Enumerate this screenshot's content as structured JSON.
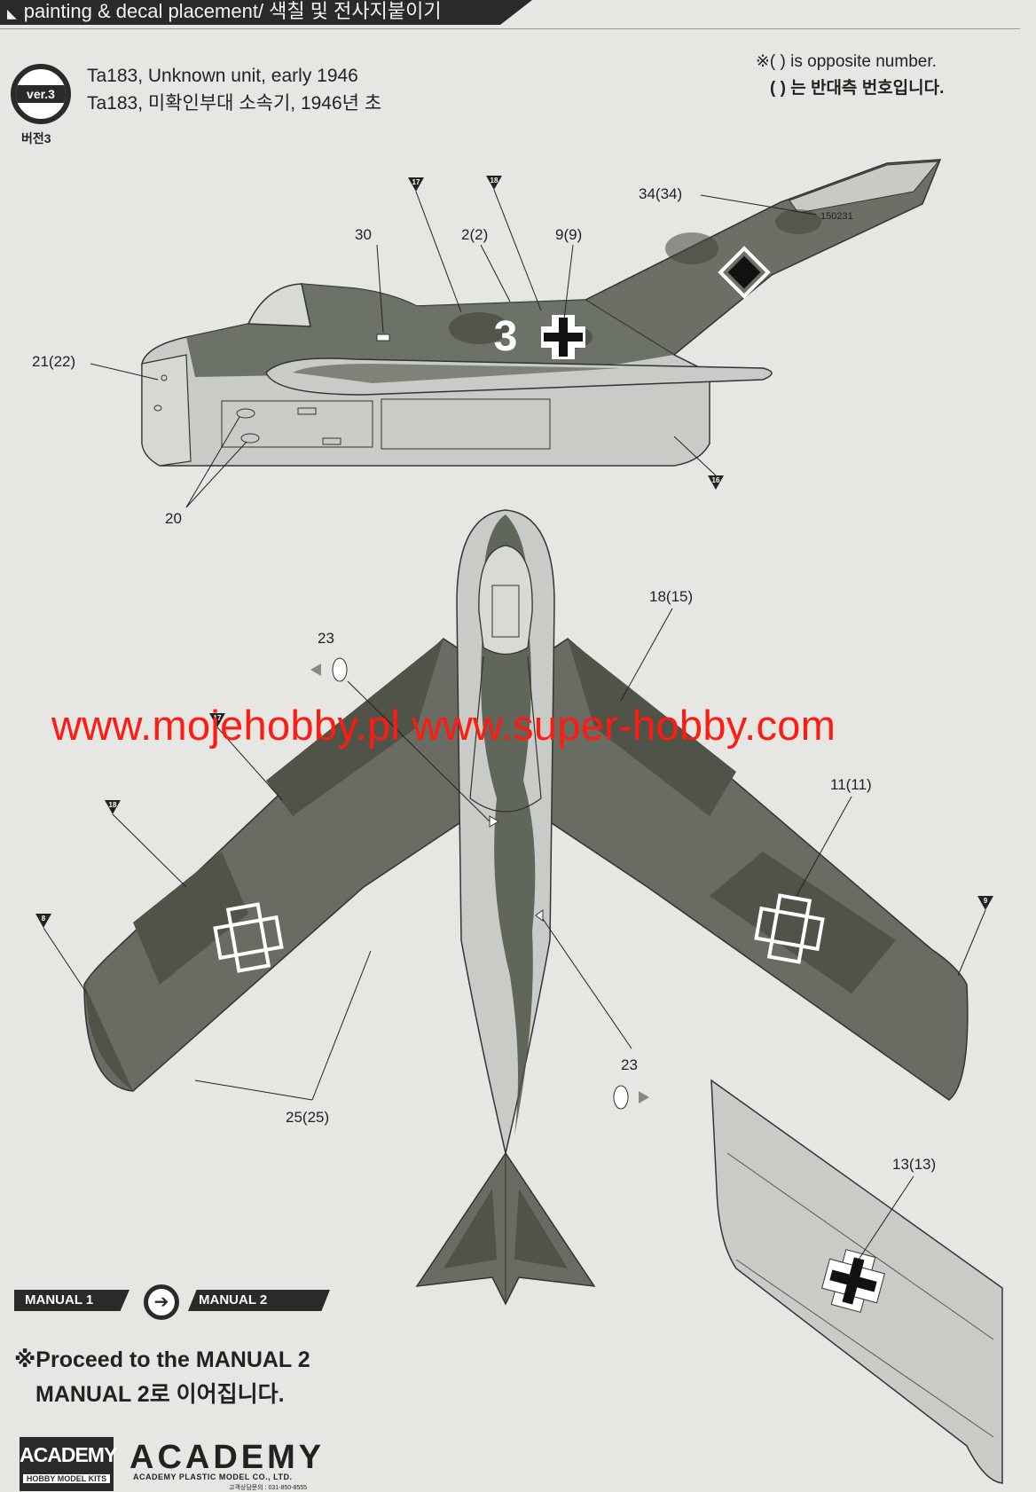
{
  "header": {
    "title": "painting & decal placement/ 색칠 및 전사지붙이기"
  },
  "version": {
    "badge": "ver.3",
    "sub": "버전3"
  },
  "title": {
    "en": "Ta183, Unknown unit, early 1946",
    "ko": "Ta183, 미확인부대 소속기, 1946년 초"
  },
  "notes": {
    "line1": "※( ) is opposite number.",
    "line2": "( ) 는 반대측 번호입니다."
  },
  "callouts": {
    "c30": "30",
    "c2": "2(2)",
    "c9": "9(9)",
    "c34": "34(34)",
    "c21": "21(22)",
    "c20": "20",
    "c23a": "23",
    "c18": "18(15)",
    "c11": "11(11)",
    "c23b": "23",
    "c25": "25(25)",
    "c13": "13(13)",
    "fuselage_code": "3",
    "serial": "150231"
  },
  "color_tags": {
    "t17": "17",
    "t18": "18",
    "t16": "16",
    "t8": "8",
    "t9": "9"
  },
  "watermark": "www.mojehobby.pl www.super-hobby.com",
  "manual": {
    "manual1": "MANUAL 1",
    "manual2": "MANUAL 2",
    "proceed_en": "※Proceed to the MANUAL 2",
    "proceed_ko": "MANUAL 2로 이어집니다."
  },
  "footer": {
    "brand_box": "ACADEMY",
    "brand_box_sub": "HOBBY MODEL KITS",
    "logo": "ACADEMY",
    "company": "ACADEMY PLASTIC MODEL CO., LTD.",
    "tel": "고객상담문의 : 031-850-8555"
  },
  "colors": {
    "dark_green": "#4f5348",
    "mid_green": "#70746a",
    "light_blue": "#c9ccc6",
    "watermark": "#ff1a12"
  }
}
